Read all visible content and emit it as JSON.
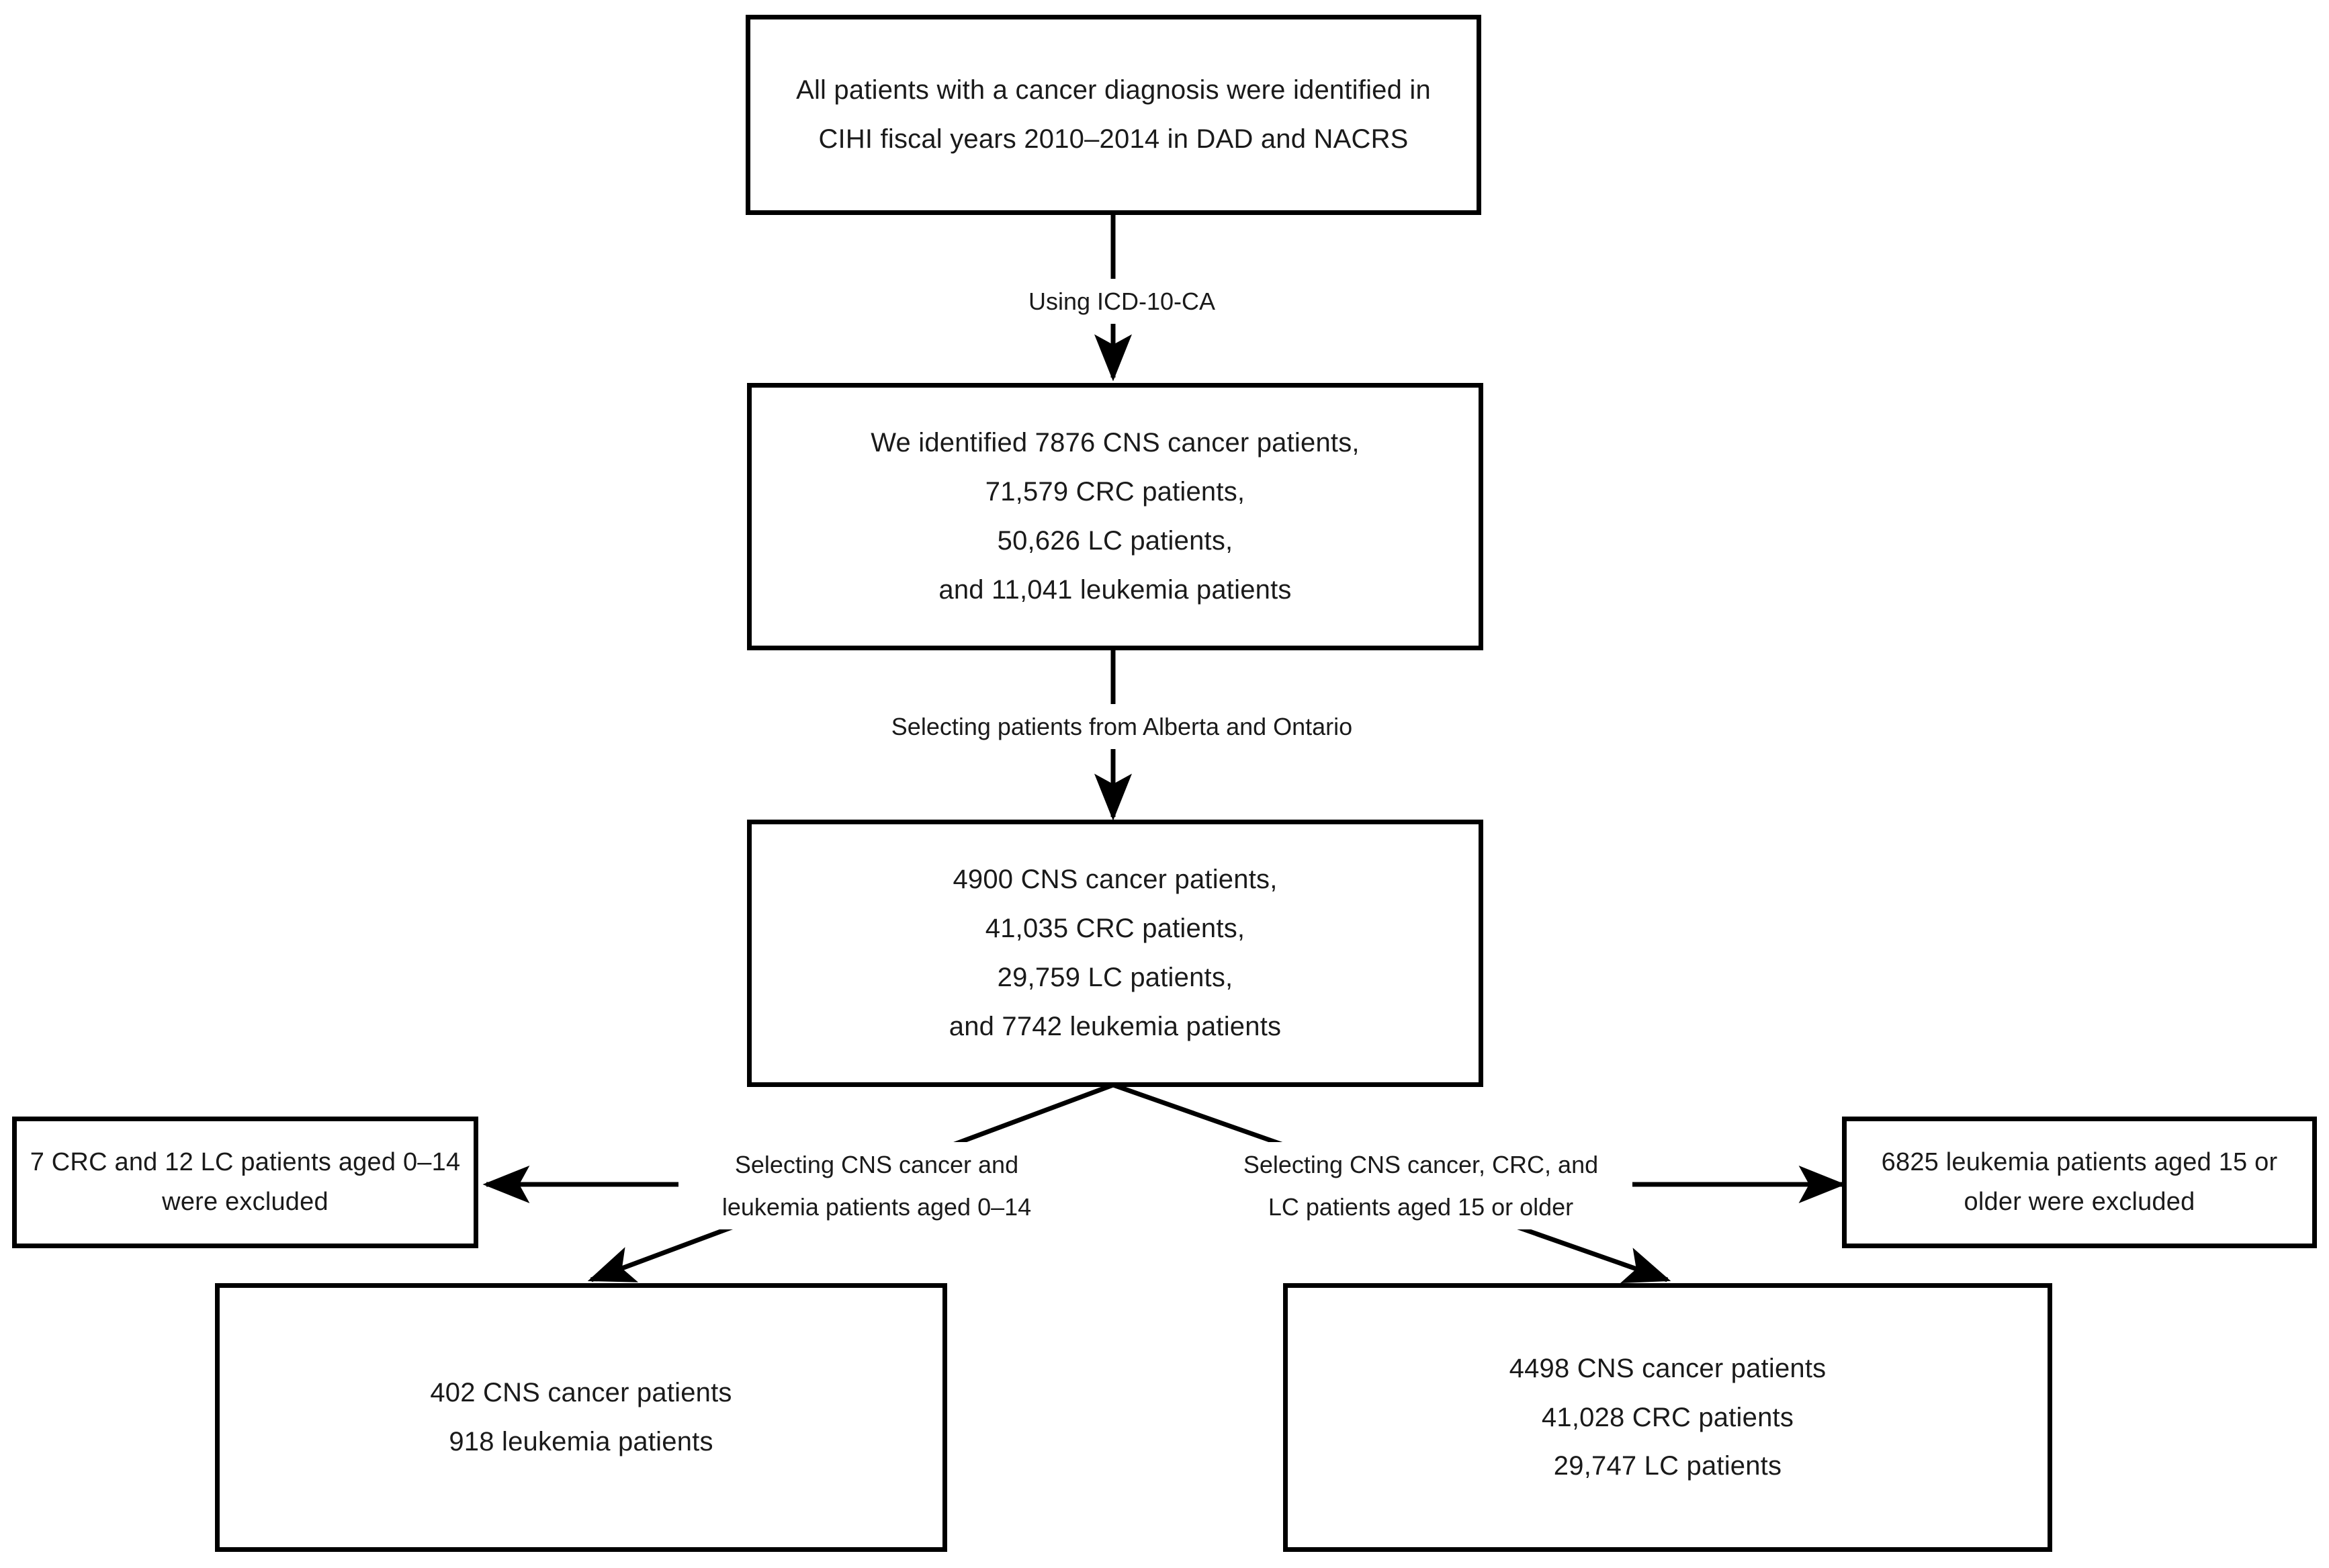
{
  "diagram": {
    "title": "Patient cohort selection flow chart",
    "colors": {
      "box_border": "#000000",
      "text": "#1a1a1a",
      "background": "#ffffff",
      "connector": "#000000"
    },
    "nodes": {
      "all_patients": {
        "lines": [
          "All patients with a cancer diagnosis were identified in",
          "CIHI fiscal years 2010–2014 in DAD and NACRS"
        ]
      },
      "identified_counts": {
        "lines": [
          "We identified 7876 CNS cancer patients,",
          "71,579 CRC patients,",
          "50,626 LC patients,",
          "and 11,041 leukemia patients"
        ]
      },
      "provincial_counts": {
        "lines": [
          "4900 CNS cancer patients,",
          "41,035 CRC patients,",
          "29,759 LC patients,",
          "and 7742 leukemia patients"
        ]
      },
      "excluded_left": {
        "lines": [
          "7 CRC and 12 LC patients aged 0–14",
          "were excluded"
        ]
      },
      "excluded_right": {
        "lines": [
          "6825 leukemia patients aged 15 or",
          "older were excluded"
        ]
      },
      "pediatric_cohort": {
        "lines": [
          "402 CNS cancer patients",
          "918 leukemia patients"
        ]
      },
      "adult_cohort": {
        "lines": [
          "4498 CNS cancer patients",
          "41,028 CRC patients",
          "29,747 LC patients"
        ]
      }
    },
    "edge_labels": {
      "icd_coding": {
        "lines": [
          "Using ICD-10-CA"
        ]
      },
      "province_filter": {
        "lines": [
          "Selecting patients from Alberta and Ontario"
        ]
      },
      "pediatric_filter": {
        "lines": [
          "Selecting CNS cancer and",
          "leukemia patients aged 0–14"
        ]
      },
      "adult_filter": {
        "lines": [
          "Selecting CNS cancer, CRC, and",
          "LC patients aged 15 or older"
        ]
      }
    }
  }
}
